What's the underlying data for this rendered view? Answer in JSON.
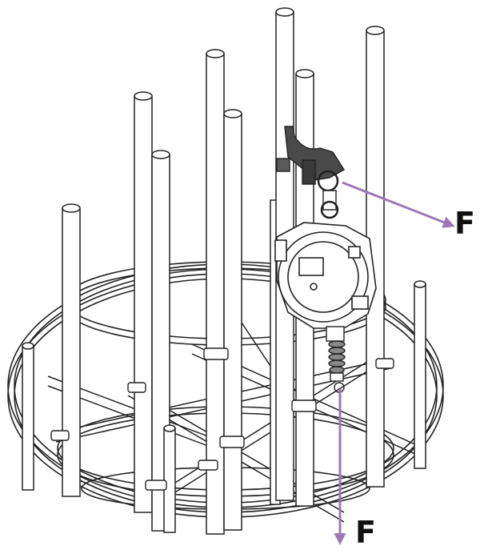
{
  "labels": {
    "force_right": "F",
    "force_down": "F"
  },
  "colors": {
    "arrow": "#9a78b4",
    "line": "#222222",
    "bracket": "#3a3a3a",
    "background": "#ffffff"
  },
  "icons": [
    "pipe-rack-drawing",
    "retractable-device",
    "beam-clamp-anchor",
    "force-arrow-right",
    "force-arrow-down"
  ]
}
